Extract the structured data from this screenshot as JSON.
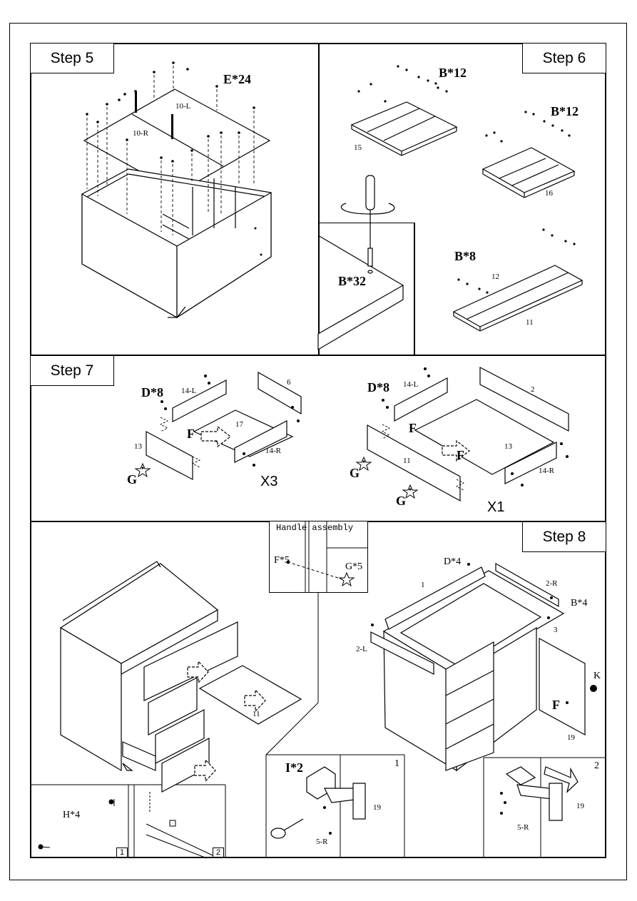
{
  "steps": {
    "step5": "Step 5",
    "step6": "Step 6",
    "step7": "Step 7",
    "step8": "Step 8"
  },
  "step5": {
    "qty": "E*24",
    "part_l": "10-L",
    "part_r": "10-R"
  },
  "step6": {
    "qty_a": "B*12",
    "qty_b": "B*12",
    "qty_c": "B*8",
    "qty_screw": "B*32",
    "part15": "15",
    "part16": "16",
    "part11": "11",
    "part12": "12"
  },
  "step7": {
    "left": {
      "qty": "D*8",
      "p14l": "14-L",
      "p6": "6",
      "p17": "17",
      "p13": "13",
      "p14r": "14-R",
      "f": "F",
      "g": "G",
      "mult": "X3"
    },
    "right": {
      "qty": "D*8",
      "p14l": "14-L",
      "p2": "2",
      "p13": "13",
      "p11": "11",
      "p14r": "14-R",
      "f1": "F",
      "f2": "F",
      "g1": "G",
      "g2": "G",
      "mult": "X1"
    }
  },
  "handle": {
    "title": "Handle assembly",
    "f": "F*5",
    "g": "G*5"
  },
  "lower_left": {
    "p11": "11",
    "h": "H*4",
    "box1": "1",
    "box2": "2"
  },
  "step8": {
    "d": "D*4",
    "p1": "1",
    "p2r": "2-R",
    "b": "B*4",
    "p3": "3",
    "p2l": "2-L",
    "k": "K",
    "f": "F",
    "p19": "19"
  },
  "hinge1": {
    "qty": "I*2",
    "num": "1",
    "p19": "19",
    "p5r": "5-R"
  },
  "hinge2": {
    "num": "2",
    "p19": "19",
    "p5r": "5-R"
  }
}
